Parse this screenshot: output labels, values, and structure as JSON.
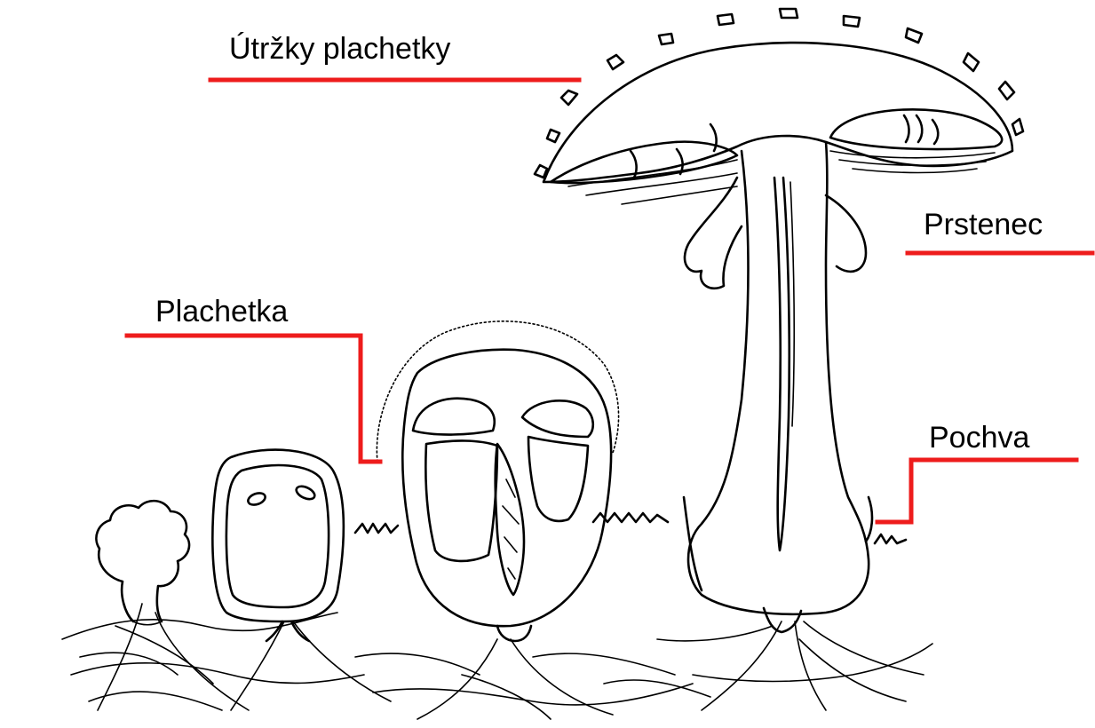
{
  "labels": {
    "veil_remnants": "Útržky plachetky",
    "ring": "Prstenec",
    "universal_veil": "Plachetka",
    "volva": "Pochva"
  },
  "colors": {
    "leader_line": "#ee1c1c",
    "ink": "#000000",
    "background": "#ffffff"
  }
}
